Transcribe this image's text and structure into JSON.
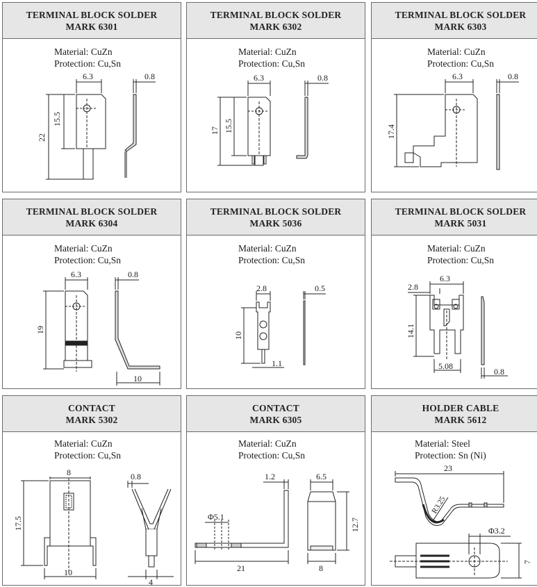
{
  "cards": [
    {
      "title": "TERMINAL BLOCK SOLDER",
      "mark": "MARK 6301",
      "material": "Material: CuZn",
      "protection": "Protection: Cu,Sn",
      "dims": {
        "d1": "6.3",
        "d2": "0.8",
        "d3": "15.5",
        "d4": "22"
      }
    },
    {
      "title": "TERMINAL BLOCK SOLDER",
      "mark": "MARK 6302",
      "material": "Material: CuZn",
      "protection": "Protection: Cu,Sn",
      "dims": {
        "d1": "6.3",
        "d2": "0.8",
        "d3": "15.5",
        "d4": "17"
      }
    },
    {
      "title": "TERMINAL BLOCK SOLDER",
      "mark": "MARK 6303",
      "material": "Material: CuZn",
      "protection": "Protection: Cu,Sn",
      "dims": {
        "d1": "6.3",
        "d2": "0.8",
        "d3": "17.4"
      }
    },
    {
      "title": "TERMINAL BLOCK SOLDER",
      "mark": "MARK 6304",
      "material": "Material: CuZn",
      "protection": "Protection: Cu,Sn",
      "dims": {
        "d1": "6.3",
        "d2": "0.8",
        "d3": "19",
        "d4": "10"
      }
    },
    {
      "title": "TERMINAL BLOCK SOLDER",
      "mark": "MARK 5036",
      "material": "Material: CuZn",
      "protection": "Protection: Cu,Sn",
      "dims": {
        "d1": "2.8",
        "d2": "0.5",
        "d3": "10",
        "d4": "1.1"
      }
    },
    {
      "title": "TERMINAL BLOCK SOLDER",
      "mark": "MARK 5031",
      "material": "Material: CuZn",
      "protection": "Protection: Cu,Sn",
      "dims": {
        "d1": "6.3",
        "d2": "2.8",
        "d3": "14.1",
        "d4": "5.08",
        "d5": "0.8"
      }
    },
    {
      "title": "CONTACT",
      "mark": "MARK 5302",
      "material": "Material: CuZn",
      "protection": "Protection: Cu,Sn",
      "dims": {
        "d1": "8",
        "d2": "0.8",
        "d3": "17.5",
        "d4": "10",
        "d5": "4"
      }
    },
    {
      "title": "CONTACT",
      "mark": "MARK 6305",
      "material": "Material: CuZn",
      "protection": "Protection: Cu,Sn",
      "dims": {
        "d1": "1.2",
        "d2": "6.5",
        "d3": "Φ5.1",
        "d4": "12.7",
        "d5": "21",
        "d6": "8"
      }
    },
    {
      "title": "HOLDER CABLE",
      "mark": "MARK 5612",
      "material": "Material: Steel",
      "protection": "Protection: Sn (Ni)",
      "dims": {
        "d1": "23",
        "d2": "R3.25",
        "d3": "Φ3.2",
        "d4": "7"
      }
    }
  ]
}
